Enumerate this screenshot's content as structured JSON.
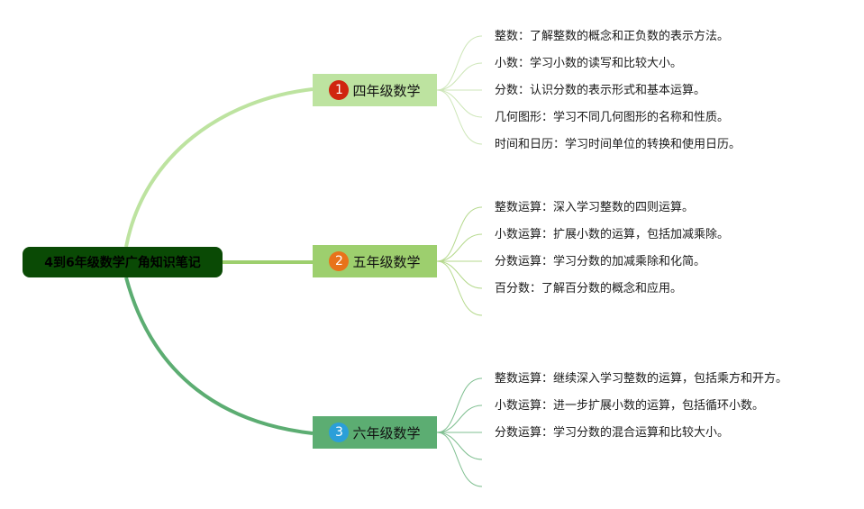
{
  "root": {
    "label": "4到6年级数学广角知识笔记"
  },
  "colors": {
    "root_bg": "#0a4a05",
    "branch1": "#bde3a0",
    "branch2": "#9dcf6e",
    "branch3": "#5cad72",
    "badge1": "#d0250f",
    "badge2": "#e8731a",
    "badge3": "#2b9fd9"
  },
  "branches": [
    {
      "number": "1",
      "label": "四年级数学",
      "leaves": [
        "整数：了解整数的概念和正负数的表示方法。",
        "小数：学习小数的读写和比较大小。",
        "分数：认识分数的表示形式和基本运算。",
        "几何图形：学习不同几何图形的名称和性质。",
        "时间和日历：学习时间单位的转换和使用日历。"
      ]
    },
    {
      "number": "2",
      "label": "五年级数学",
      "leaves": [
        "整数运算：深入学习整数的四则运算。",
        "小数运算：扩展小数的运算，包括加减乘除。",
        "分数运算：学习分数的加减乘除和化简。",
        "百分数：了解百分数的概念和应用。",
        ""
      ]
    },
    {
      "number": "3",
      "label": "六年级数学",
      "leaves": [
        "整数运算：继续深入学习整数的运算，包括乘方和开方。",
        "小数运算：进一步扩展小数的运算，包括循环小数。",
        "分数运算：学习分数的混合运算和比较大小。",
        "",
        ""
      ]
    }
  ]
}
